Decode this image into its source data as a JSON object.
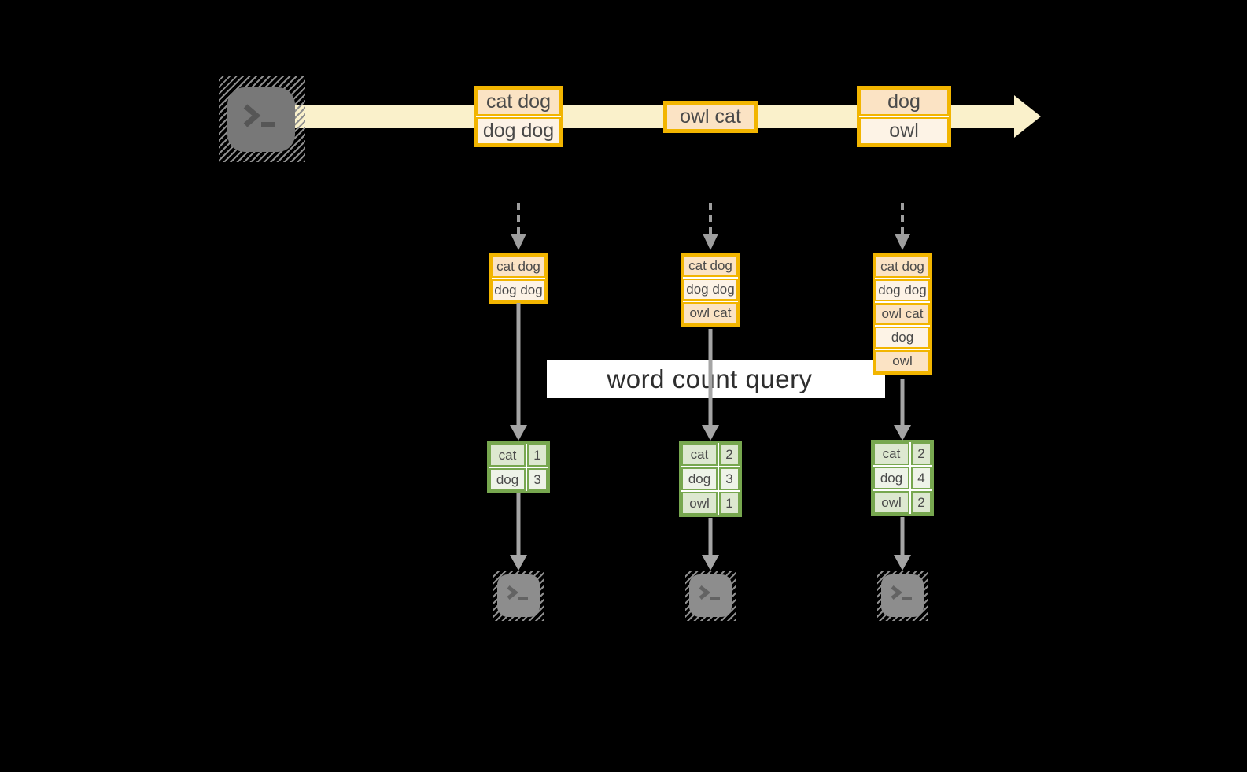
{
  "query": {
    "label": "word count query"
  },
  "stream": {
    "batches": [
      {
        "rows": [
          "cat dog",
          "dog dog"
        ]
      },
      {
        "rows": [
          "owl cat"
        ]
      },
      {
        "rows": [
          "dog",
          "owl"
        ]
      }
    ]
  },
  "columns": [
    {
      "accumulated": [
        "cat dog",
        "dog dog"
      ],
      "counts": [
        {
          "word": "cat",
          "value": "1"
        },
        {
          "word": "dog",
          "value": "3"
        }
      ]
    },
    {
      "accumulated": [
        "cat dog",
        "dog dog",
        "owl cat"
      ],
      "counts": [
        {
          "word": "cat",
          "value": "2"
        },
        {
          "word": "dog",
          "value": "3"
        },
        {
          "word": "owl",
          "value": "1"
        }
      ]
    },
    {
      "accumulated": [
        "cat dog",
        "dog dog",
        "owl cat",
        "dog",
        "owl"
      ],
      "counts": [
        {
          "word": "cat",
          "value": "2"
        },
        {
          "word": "dog",
          "value": "4"
        },
        {
          "word": "owl",
          "value": "2"
        }
      ]
    }
  ],
  "icons": {
    "source": "terminal-icon",
    "sinks": [
      "terminal-icon",
      "terminal-icon",
      "terminal-icon"
    ]
  },
  "colors": {
    "background": "#000000",
    "stream_yellow": "#faf1cb",
    "orange_border": "#f2b500",
    "orange_row_dark": "#fbe3c4",
    "orange_row_light": "#fdf3e6",
    "green_border": "#77a74f",
    "green_row_dark": "#dde8d0",
    "green_row_light": "#eef3e8",
    "arrow_gray": "#a0a0a0",
    "terminal_gray": "#8d8d8d"
  }
}
